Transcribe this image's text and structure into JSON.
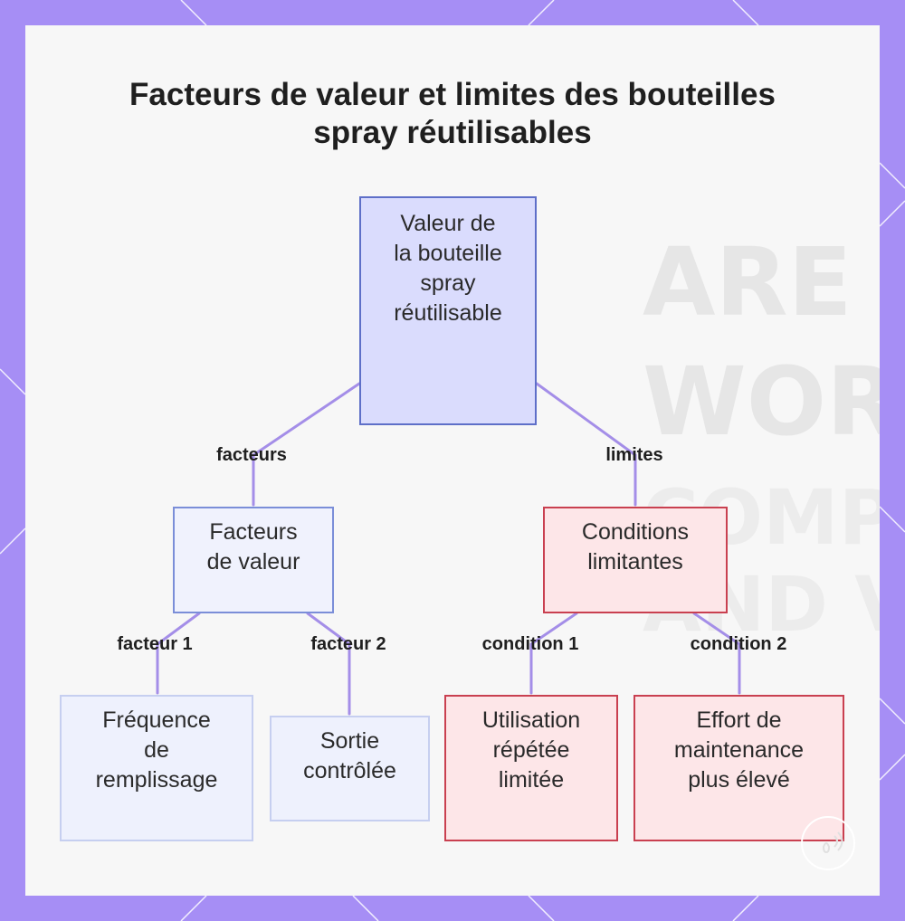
{
  "title": "Facteurs de valeur et limites des bouteilles spray réutilisables",
  "watermark_lines": [
    "ARE M",
    "WORT",
    "COMPA",
    "AND VA"
  ],
  "nodes": {
    "root": [
      "Valeur de",
      "la bouteille",
      "spray",
      "réutilisable"
    ],
    "value_factors": [
      "Facteurs",
      "de valeur"
    ],
    "limiting_conditions": [
      "Conditions",
      "limitantes"
    ],
    "refill_frequency": [
      "Fréquence",
      "de",
      "remplissage"
    ],
    "controlled_output": [
      "Sortie",
      "contrôlée"
    ],
    "limited_reuse": [
      "Utilisation",
      "répétée",
      "limitée"
    ],
    "maintenance_effort": [
      "Effort de",
      "maintenance",
      "plus élevé"
    ]
  },
  "edges": {
    "factors": "facteurs",
    "limits": "limites",
    "factor1": "facteur 1",
    "factor2": "facteur 2",
    "condition1": "condition 1",
    "condition2": "condition 2"
  },
  "colors": {
    "frame": "#a68ef5",
    "connector": "#a48ee8",
    "value_border": "#5e6fc8",
    "limit_border": "#c94050"
  }
}
